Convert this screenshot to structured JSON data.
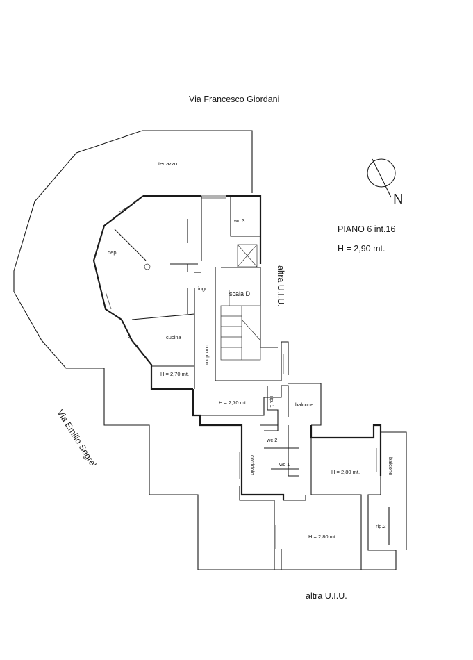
{
  "street_top": "Via Francesco Giordani",
  "street_left": "Via Emilio Segre'",
  "north_label": "N",
  "floor_title": "PIANO 6 int.16",
  "floor_height": "H = 2,90 mt.",
  "neighbour_right": "altra U.I.U.",
  "neighbour_bottom": "altra U.I.U.",
  "rooms": {
    "terrazzo": "terrazzo",
    "wc3": "wc 3",
    "dep": "dep.",
    "ingr": "ingr.",
    "scala": "scala D",
    "cucina": "cucina",
    "corridoio_upper": "corridoio",
    "h270_left": "H = 2,70 mt.",
    "h270_mid": "H = 2,70 mt.",
    "rip1": "rip. 1",
    "balcone_mid": "balcone",
    "wc2": "wc 2",
    "wc1": "wc 1",
    "corridoio_lower": "corridoio",
    "h280_right": "H = 2,80 mt.",
    "balcone_right": "balcone",
    "rip2": "rip.2",
    "h280_bottom": "H = 2,80 mt."
  }
}
